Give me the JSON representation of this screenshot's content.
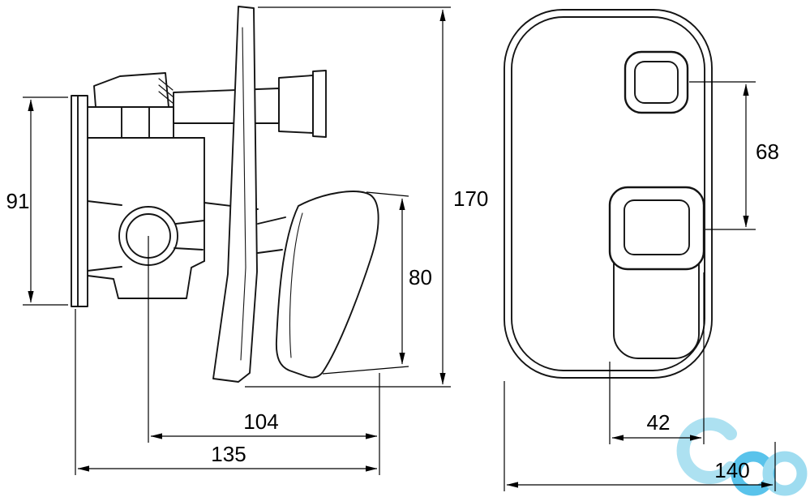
{
  "side_view": {
    "dim_plate_height": "91",
    "dim_overall_height": "170",
    "dim_handle_height": "80",
    "dim_depth_to_handle": "104",
    "dim_depth_overall": "135"
  },
  "front_view": {
    "dim_button_offset": "68",
    "dim_handle_width": "42",
    "dim_plate_width": "140"
  },
  "watermark": {
    "color_c": "#9fdcef",
    "color_loop_left": "#3db9e8",
    "color_loop_right": "#8ed7ee"
  }
}
